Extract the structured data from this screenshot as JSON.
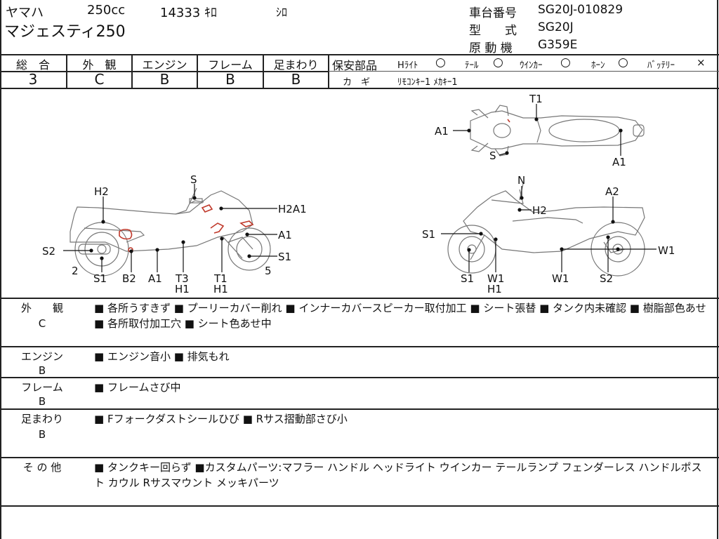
{
  "header": {
    "maker": "ヤマハ",
    "cc": "250cc",
    "mileage": "14333 ｷﾛ",
    "color": "ｼﾛ",
    "model": "マジェスティ250",
    "frame_no_label": "車台番号",
    "frame_no": "SG20J-010829",
    "type_label": "型　　式",
    "type": "SG20J",
    "engine_label": "原 動 機",
    "engine": "G359E"
  },
  "grades": {
    "overall_label": "総　合",
    "overall": "3",
    "exterior_label": "外　観",
    "exterior": "C",
    "engine_label": "エンジン",
    "engine": "B",
    "frame_label": "フレーム",
    "frame": "B",
    "suspension_label": "足まわり",
    "suspension": "B"
  },
  "safety": {
    "label": "保安部品",
    "items": [
      {
        "name": "Hﾗｲﾄ",
        "mark": "○"
      },
      {
        "name": "ﾃｰﾙ",
        "mark": "○"
      },
      {
        "name": "ｳｲﾝｶｰ",
        "mark": "○"
      },
      {
        "name": "ﾎｰﾝ",
        "mark": "○"
      },
      {
        "name": "ﾊﾞｯﾃﾘｰ",
        "mark": "×"
      }
    ],
    "key_label": "カ　ギ",
    "key_value": "ﾘﾓｺﾝｷｰ1 ﾒｶｷｰ1"
  },
  "diagram": {
    "top_labels": [
      "T1",
      "A1",
      "S",
      "A1"
    ],
    "left_labels": [
      "S",
      "H2",
      "H2A1",
      "A1",
      "S2",
      "S1",
      "2",
      "5",
      "S1",
      "B2",
      "A1",
      "T3",
      "H1",
      "T1",
      "H1"
    ],
    "right_labels": [
      "N",
      "A2",
      "H2",
      "S1",
      "W1",
      "S1",
      "W1",
      "H1",
      "W1",
      "S2"
    ]
  },
  "remarks": [
    {
      "category": "外　　観",
      "grade": "C",
      "text": "■ 各所うすきず ■ プーリーカバー削れ ■ インナーカバースピーカー取付加工 ■ シート張替 ■ タンク内未確認 ■ 樹脂部色あせ ■ 各所取付加工穴 ■ シート色あせ中"
    },
    {
      "category": "エンジン",
      "grade": "B",
      "text": "■ エンジン音小 ■ 排気もれ"
    },
    {
      "category": "フレーム",
      "grade": "B",
      "text": "■ フレームさび中"
    },
    {
      "category": "足まわり",
      "grade": "B",
      "text": "■ Fフォークダストシールひび ■ Rサス摺動部さび小"
    },
    {
      "category": "そ の 他",
      "grade": "",
      "text": "■ タンクキー回らず ■カスタムパーツ:マフラー ハンドル ヘッドライト ウインカー テールランプ フェンダーレス ハンドルポスト カウル Rサスマウント メッキパーツ"
    }
  ]
}
